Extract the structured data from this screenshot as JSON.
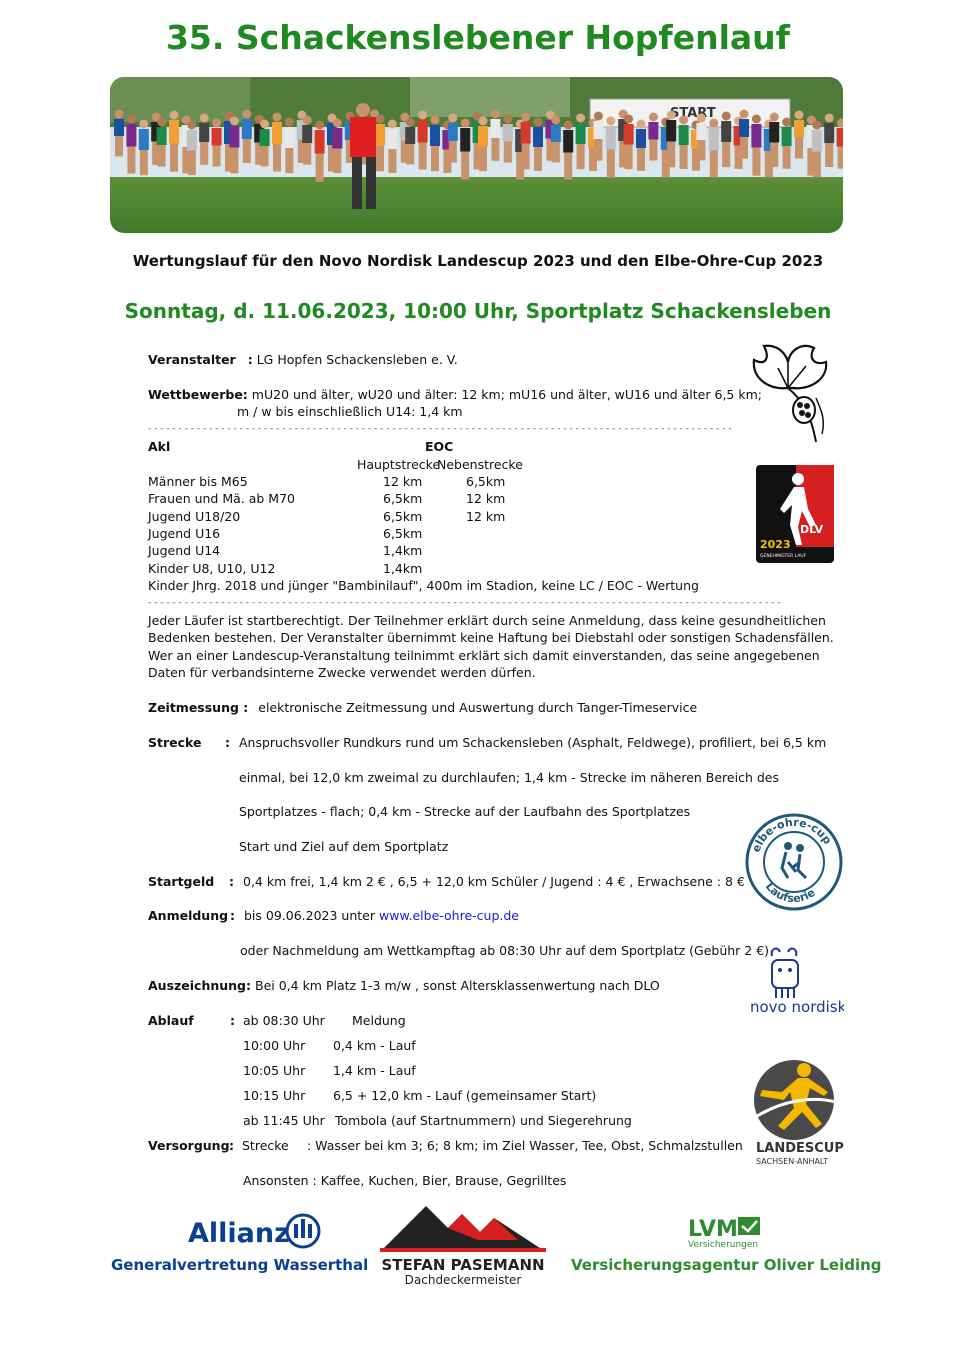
{
  "title": "35. Schackenslebener Hopfenlauf",
  "subtitle": "Wertungslauf für den Novo Nordisk Landescup 2023 und den Elbe-Ohre-Cup 2023",
  "date_line": "Sonntag, d. 11.06.2023, 10:00 Uhr, Sportplatz Schackensleben",
  "veranstalter": {
    "label": "Veranstalter",
    "sep": ":",
    "value": "LG Hopfen Schackensleben e. V."
  },
  "wettbewerbe": {
    "label": "Wettbewerbe:",
    "line1": "mU20 und älter, wU20 und älter: 12 km; mU16 und älter, wU16 und älter 6,5 km;",
    "line2": "m / w bis einschließlich U14: 1,4 km"
  },
  "table": {
    "col_akl": "Akl",
    "col_eoc": "EOC",
    "col_haupt": "Hauptstrecke",
    "col_neben": "Nebenstrecke",
    "rows": [
      {
        "akl": "Männer bis M65",
        "haupt": "12 km",
        "neben": "6,5km"
      },
      {
        "akl": "Frauen und Mä. ab M70",
        "haupt": "6,5km",
        "neben": "12 km"
      },
      {
        "akl": "Jugend U18/20",
        "haupt": "6,5km",
        "neben": "12 km"
      },
      {
        "akl": "Jugend U16",
        "haupt": "6,5km",
        "neben": ""
      },
      {
        "akl": "Jugend U14",
        "haupt": "1,4km",
        "neben": ""
      },
      {
        "akl": "Kinder U8, U10, U12",
        "haupt": "1,4km",
        "neben": ""
      }
    ],
    "bambini": "Kinder Jhrg. 2018 und jünger \"Bambinilauf\", 400m im Stadion, keine LC / EOC - Wertung"
  },
  "disclaimer": [
    "Jeder Läufer ist startberechtigt. Der Teilnehmer erklärt durch seine Anmeldung, dass keine gesundheitlichen",
    "Bedenken bestehen. Der Veranstalter übernimmt keine Haftung bei Diebstahl oder sonstigen Schadensfällen.",
    "Wer an einer Landescup-Veranstaltung teilnimmt erklärt sich damit einverstanden, das seine angegebenen",
    "Daten für verbandsinterne Zwecke verwendet werden dürfen."
  ],
  "zeitmessung": {
    "label": "Zeitmessung :",
    "value": "elektronische Zeitmessung und Auswertung durch Tanger-Timeservice"
  },
  "strecke": {
    "label": "Strecke",
    "sep": ":",
    "lines": [
      "Anspruchsvoller Rundkurs rund um Schackensleben (Asphalt, Feldwege), profiliert, bei 6,5 km",
      "einmal, bei 12,0 km zweimal zu durchlaufen; 1,4 km - Strecke im näheren Bereich des",
      "Sportplatzes - flach; 0,4 km - Strecke auf der Laufbahn des Sportplatzes",
      "Start und Ziel auf dem Sportplatz"
    ]
  },
  "startgeld": {
    "label": "Startgeld",
    "sep": ":",
    "value": "0,4 km frei, 1,4 km  2 € , 6,5 + 12,0 km Schüler / Jugend : 4 € , Erwachsene : 8 €"
  },
  "anmeldung": {
    "label": "Anmeldung",
    "sep": ":",
    "prefix": "bis 09.06.2023 unter",
    "link": "www.elbe-ohre-cup.de",
    "line2": "oder Nachmeldung am Wettkampftag ab 08:30 Uhr auf dem Sportplatz (Gebühr 2 €)"
  },
  "auszeichnung": {
    "label": "Auszeichnung:",
    "value": "Bei 0,4 km Platz 1-3 m/w , sonst Altersklassenwertung nach DLO"
  },
  "ablauf": {
    "label": "Ablauf",
    "sep": ":",
    "items": [
      {
        "time": "ab 08:30 Uhr",
        "what": "Meldung"
      },
      {
        "time": "10:00 Uhr",
        "what": "0,4 km - Lauf"
      },
      {
        "time": "10:05 Uhr",
        "what": "1,4 km - Lauf"
      },
      {
        "time": "10:15 Uhr",
        "what": "6,5 + 12,0 km - Lauf (gemeinsamer Start)"
      },
      {
        "time": "ab 11:45 Uhr",
        "what": "Tombola (auf Startnummern) und Siegerehrung"
      }
    ]
  },
  "versorgung": {
    "label": "Versorgung",
    "sep": ":",
    "strecke_label": "Strecke",
    "strecke_value": ":  Wasser bei km 3; 6; 8 km; im Ziel Wasser, Tee, Obst, Schmalzstullen",
    "ansonsten": "Ansonsten  :  Kaffee, Kuchen, Bier, Brause, Gegrilltes"
  },
  "logos": {
    "dlv_year": "2023",
    "dlv_text": "DLV",
    "dlv_small": "GENEHMIGTER LAUF",
    "eoc_text": "elbe-ohre-cup",
    "eoc_sub": "Laufserie",
    "novo": "novo nordisk",
    "landescup": "LANDESCUP",
    "landescup_sub": "SACHSEN-ANHALT",
    "start_banner": "START"
  },
  "sponsors": {
    "allianz": "Allianz",
    "allianz_sub": "Generalvertretung Wasserthal",
    "pasemann": "STEFAN PASEMANN",
    "pasemann_sub": "Dachdeckermeister",
    "lvm": "LVM",
    "lvm_small": "Versicherungen",
    "lvm_sub": "Versicherungsagentur Oliver Leiding"
  },
  "colors": {
    "green": "#1f8a1f",
    "link": "#1a1ad6",
    "allianz_blue": "#0b3f8f",
    "lvm_green": "#2e8b2e",
    "red": "#d42020"
  }
}
